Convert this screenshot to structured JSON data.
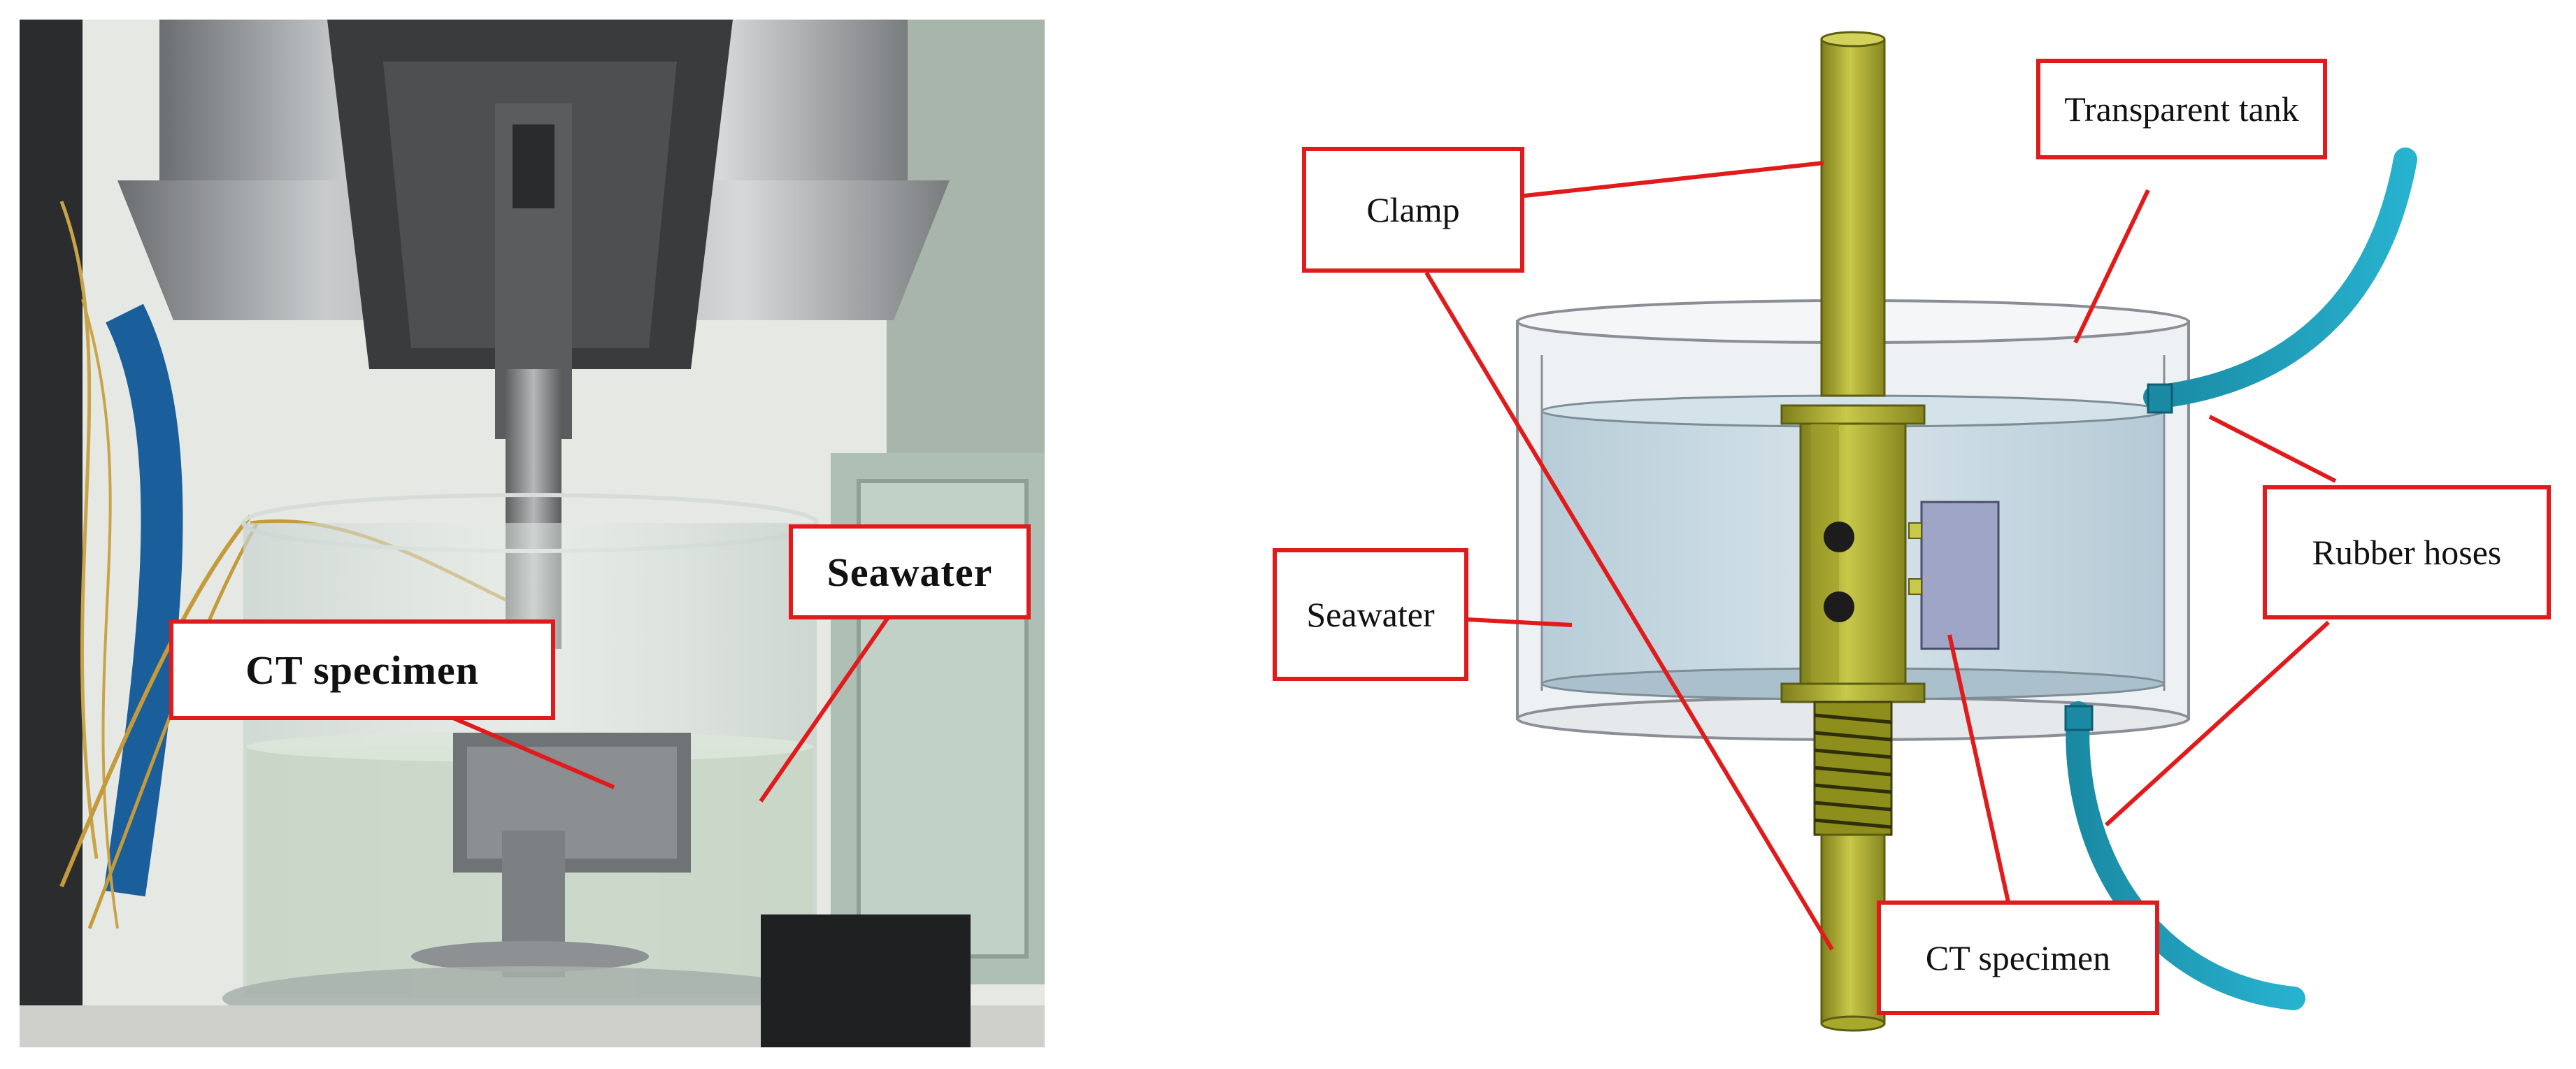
{
  "photo": {
    "labels": {
      "ct_specimen": "CT specimen",
      "seawater": "Seawater"
    }
  },
  "diagram": {
    "labels": {
      "clamp": "Clamp",
      "transparent_tank": "Transparent tank",
      "seawater": "Seawater",
      "rubber_hoses": "Rubber hoses",
      "ct_specimen": "CT  specimen"
    }
  },
  "colors": {
    "label_border": "#e11b1b",
    "leader_line": "#e11b1b",
    "clamp_rod": "#a8a82a",
    "hose": "#1fa3bf",
    "water": "#bcd3de",
    "specimen": "#9fa6c4"
  }
}
